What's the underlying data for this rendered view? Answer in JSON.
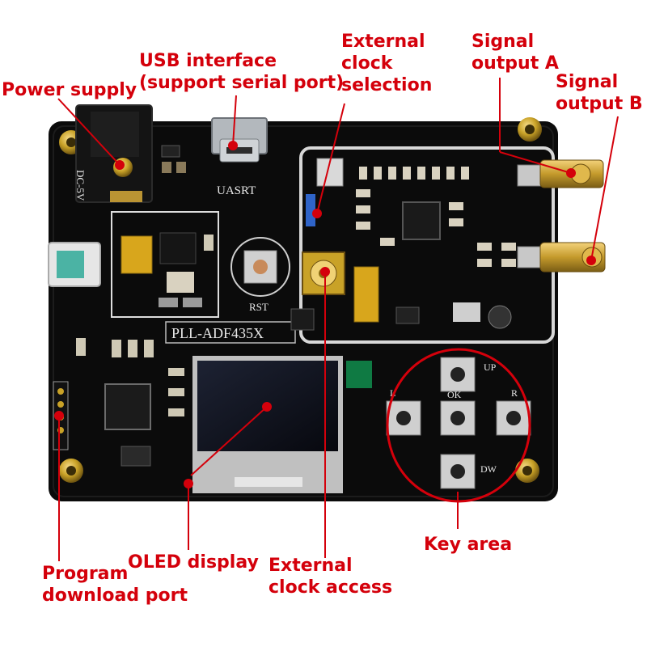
{
  "callouts": {
    "power_supply": "Power supply",
    "usb_interface": "USB interface\n(support serial port)",
    "external_clock_selection": "External\nclock\nselection",
    "signal_output_a": "Signal\noutput A",
    "signal_output_b": "Signal\noutput B",
    "key_area": "Key area",
    "program_download_port": "Program\ndownload port",
    "oled_display": "OLED display",
    "external_clock_access": "External\nclock access"
  },
  "silkscreen": {
    "board_name": "PLL-ADF435X",
    "usb_label": "UASRT",
    "reset_label": "RST",
    "power_label": "DC-5V",
    "key_up": "UP",
    "key_ok": "OK",
    "key_left": "L",
    "key_right": "R",
    "key_down": "DW"
  },
  "colors": {
    "board": "#0b0b0b",
    "callout": "#d4000b",
    "gold": "#c9a227",
    "silkscreen": "#e8e8e8"
  }
}
